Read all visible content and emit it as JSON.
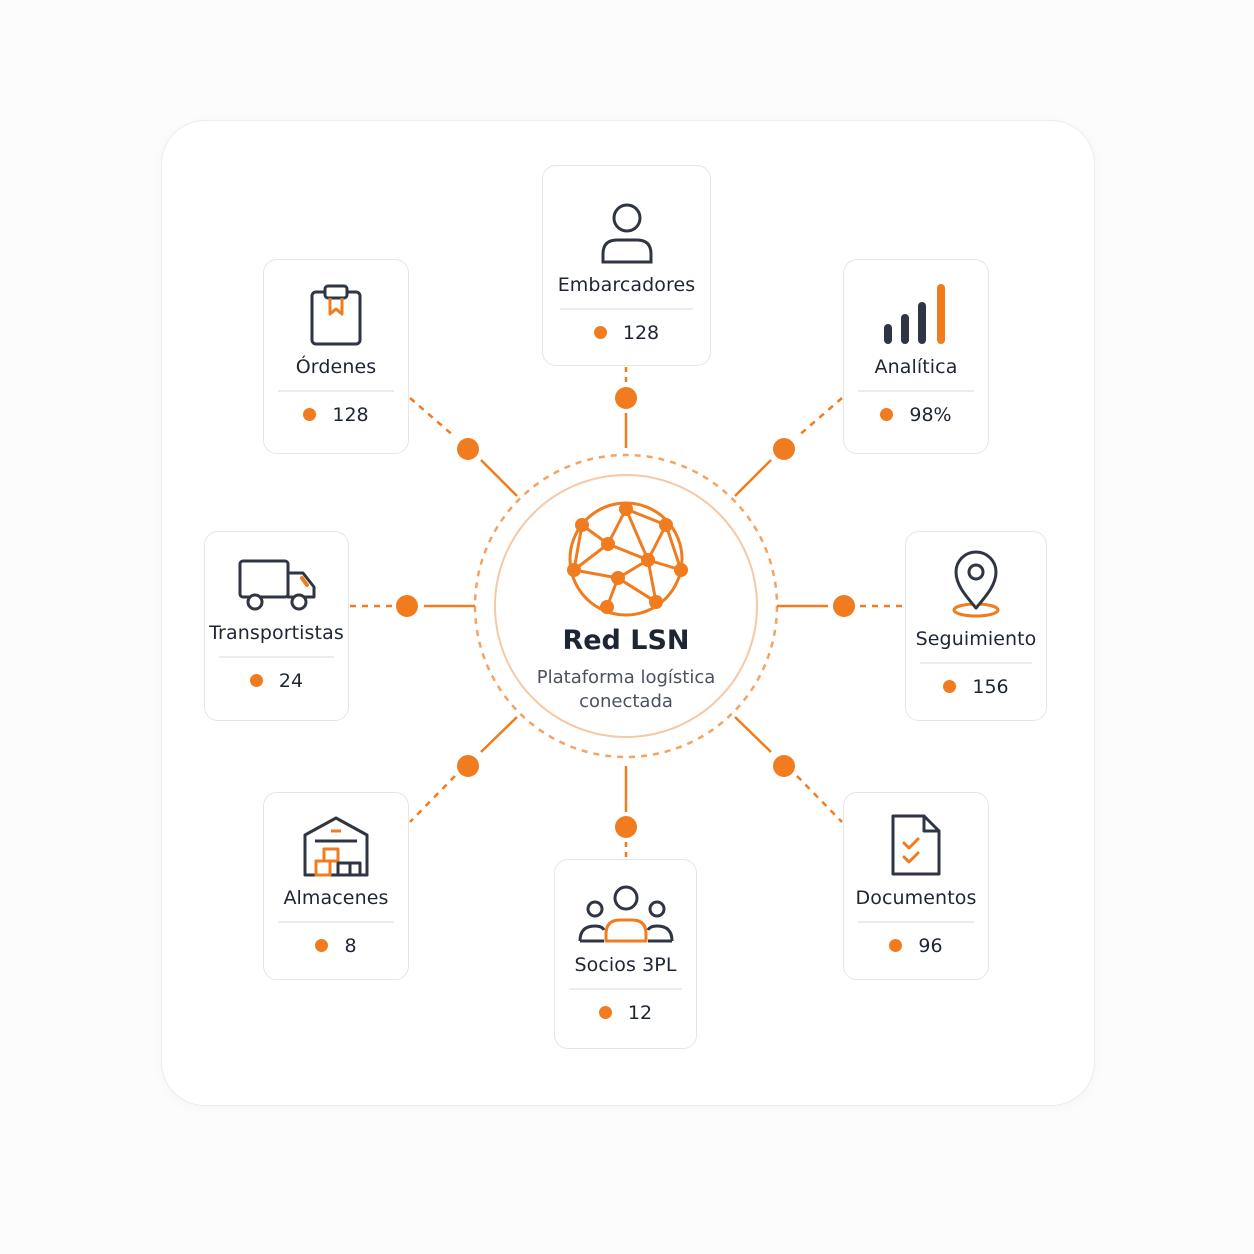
{
  "colors": {
    "accent": "#f07c1f",
    "dark": "#2f3542",
    "card_border": "#e6e6e6",
    "text": "#1e2533"
  },
  "hub": {
    "title": "Red LSN",
    "subtitle": "Plataforma logística conectada",
    "icon": "network-globe-icon"
  },
  "nodes": {
    "embarcadores": {
      "label": "Embarcadores",
      "value": "128",
      "icon": "user-icon"
    },
    "ordenes": {
      "label": "Órdenes",
      "value": "128",
      "icon": "clipboard-icon"
    },
    "analitica": {
      "label": "Analítica",
      "value": "98%",
      "icon": "bar-chart-icon"
    },
    "transportistas": {
      "label": "Transportistas",
      "value": "24",
      "icon": "truck-icon"
    },
    "seguimiento": {
      "label": "Seguimiento",
      "value": "156",
      "icon": "location-pin-icon"
    },
    "almacenes": {
      "label": "Almacenes",
      "value": "8",
      "icon": "warehouse-icon"
    },
    "socios": {
      "label": "Socios 3PL",
      "value": "12",
      "icon": "team-icon"
    },
    "documentos": {
      "label": "Documentos",
      "value": "96",
      "icon": "document-check-icon"
    }
  }
}
